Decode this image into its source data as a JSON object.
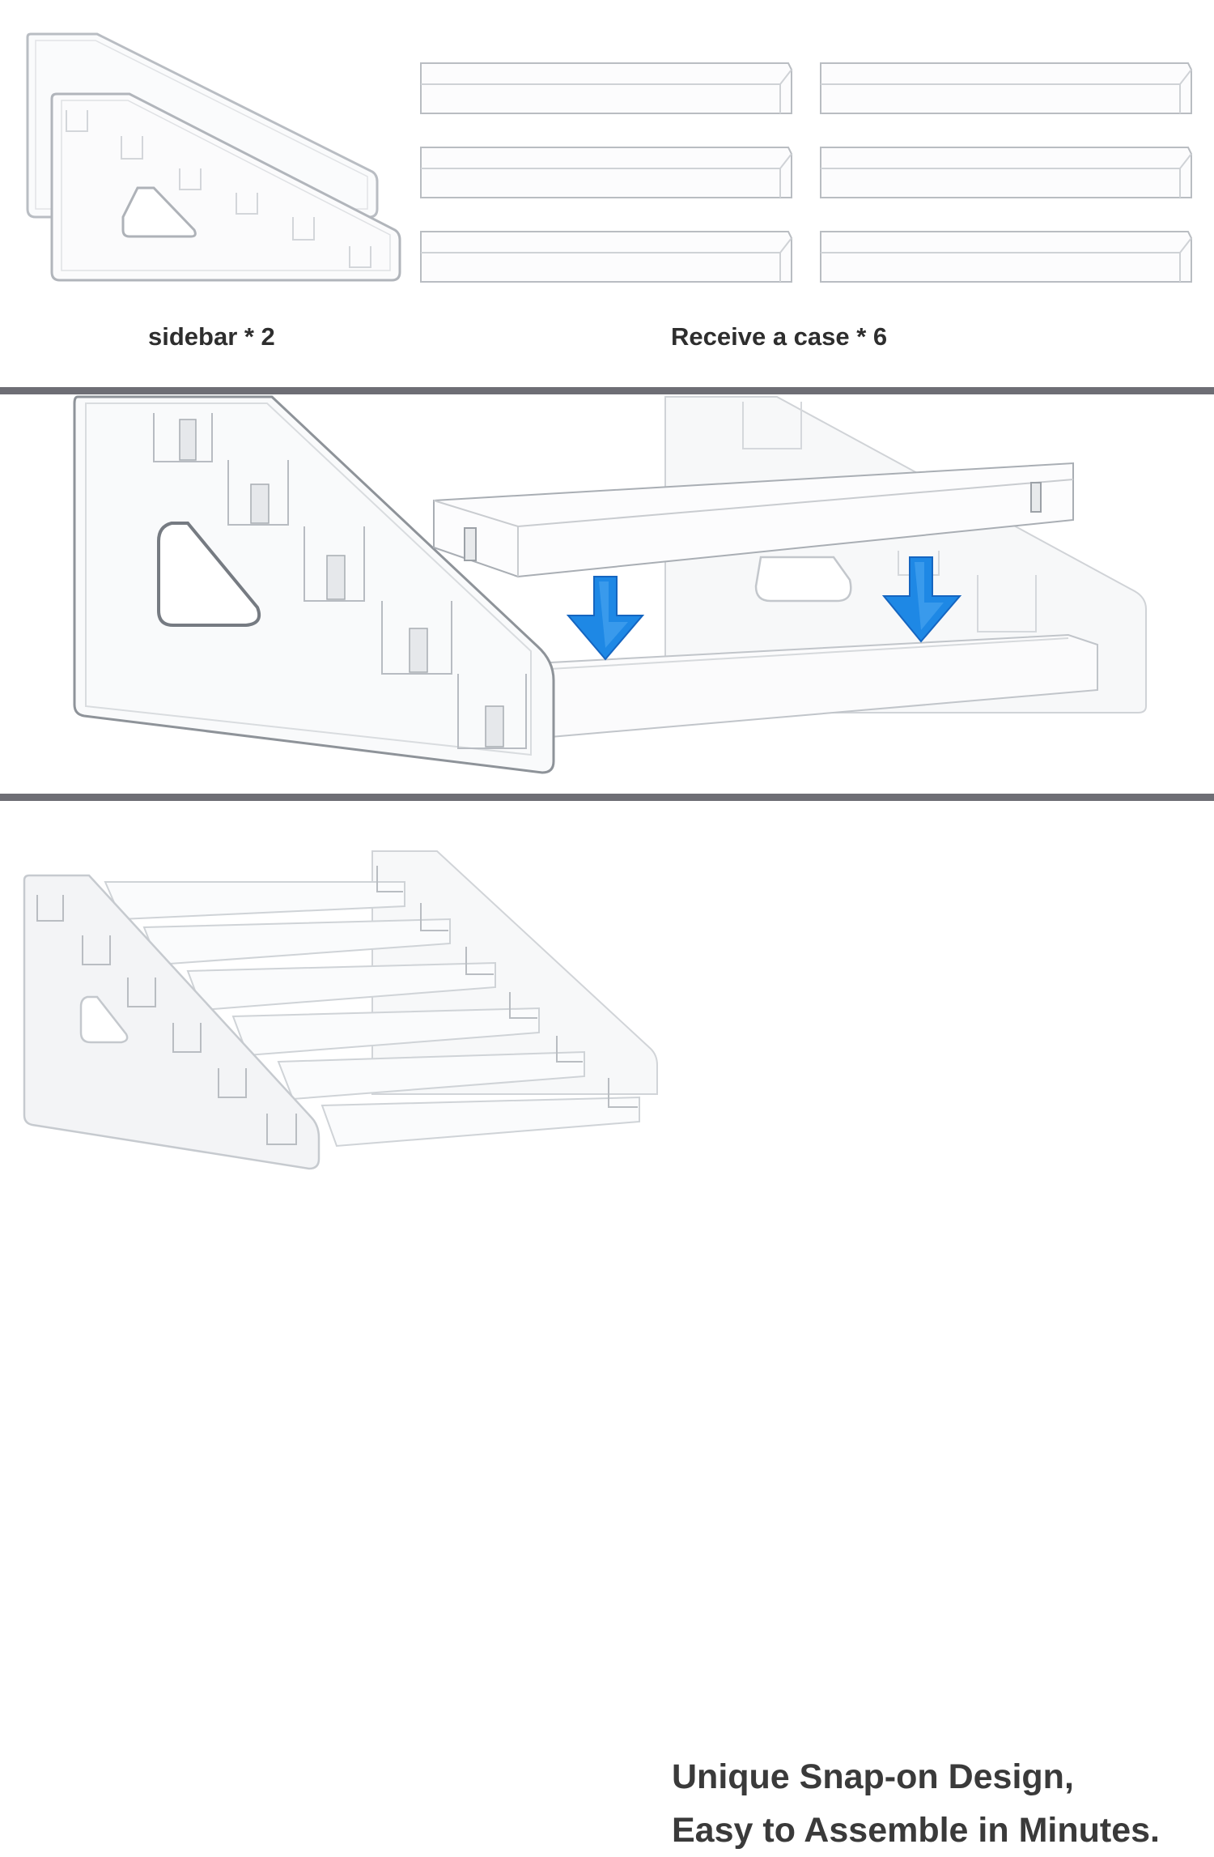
{
  "parts": {
    "sidebar_caption": "sidebar * 2",
    "case_caption": "Receive a case * 6"
  },
  "tagline": {
    "line1": "Unique Snap-on Design,",
    "line2": "Easy to Assemble in Minutes."
  },
  "colors": {
    "divider": "#6e6e75",
    "arrow": "#1e88e5",
    "acrylic_edge": "#b8bcc2"
  },
  "icons": [
    "arrow-down-icon",
    "arrow-down-icon"
  ]
}
